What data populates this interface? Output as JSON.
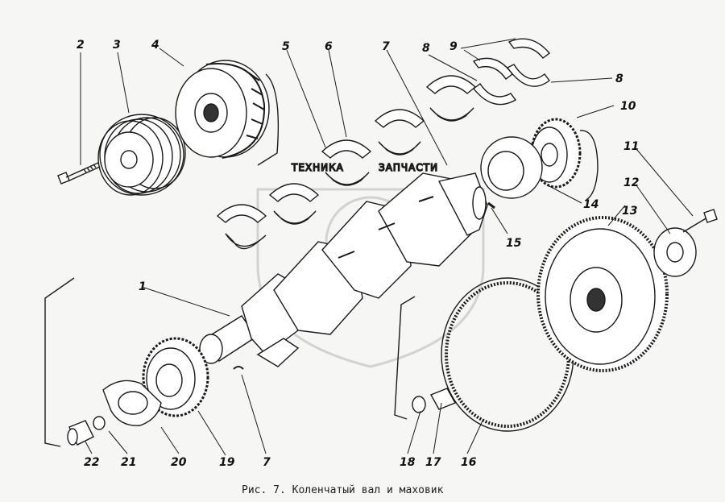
{
  "caption": "Рис. 7. Коленчатый вал и маховик",
  "watermark": {
    "left": "ТЕХНИКА",
    "right": "ЗАПЧАСТИ"
  },
  "callouts": [
    "1",
    "2",
    "3",
    "4",
    "5",
    "6",
    "7",
    "8",
    "8",
    "9",
    "10",
    "11",
    "12",
    "13",
    "14",
    "15",
    "16",
    "17",
    "18",
    "19",
    "20",
    "21",
    "22",
    "7"
  ]
}
